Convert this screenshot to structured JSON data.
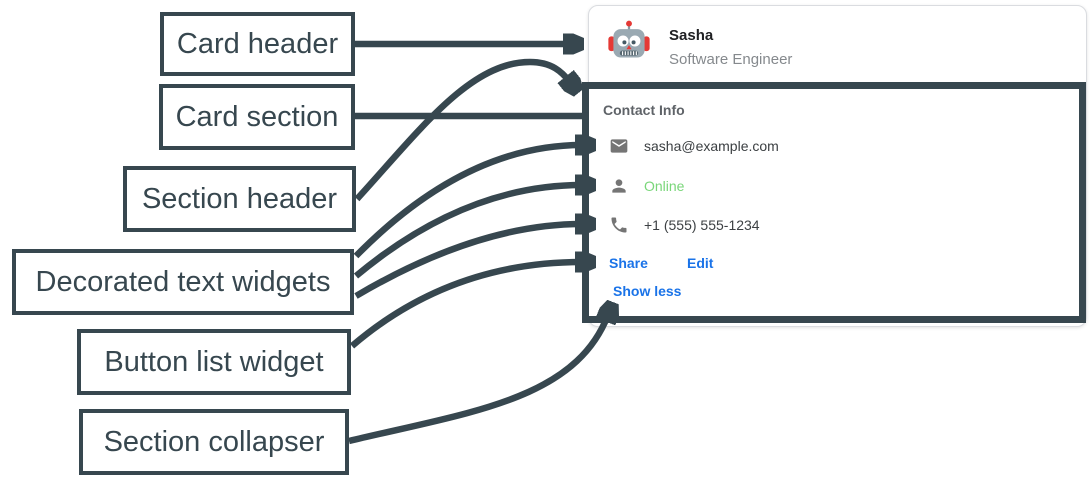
{
  "annotations": {
    "labels": [
      {
        "text": "Card header"
      },
      {
        "text": "Card section"
      },
      {
        "text": "Section header"
      },
      {
        "text": "Decorated text widgets"
      },
      {
        "text": "Button list widget"
      },
      {
        "text": "Section collapser"
      }
    ]
  },
  "card": {
    "header": {
      "avatar_icon": "robot-avatar",
      "name": "Sasha",
      "subtitle": "Software Engineer"
    },
    "section": {
      "title": "Contact Info",
      "rows": [
        {
          "icon": "email-icon",
          "text": "sasha@example.com"
        },
        {
          "icon": "person-icon",
          "text": "Online"
        },
        {
          "icon": "phone-icon",
          "text": "+1 (555) 555-1234"
        }
      ],
      "buttons": [
        {
          "label": "Share"
        },
        {
          "label": "Edit"
        }
      ],
      "collapser_label": "Show less"
    }
  },
  "colors": {
    "annotation_ink": "#37474F",
    "link_blue": "#1a73e8",
    "online_green": "#79d679",
    "icon_gray": "#757575",
    "card_border": "#dadce0",
    "name_ink": "#202124",
    "subtitle_gray": "#85898d",
    "section_title_gray": "#5f6368",
    "row_text_ink": "#3c4043"
  }
}
